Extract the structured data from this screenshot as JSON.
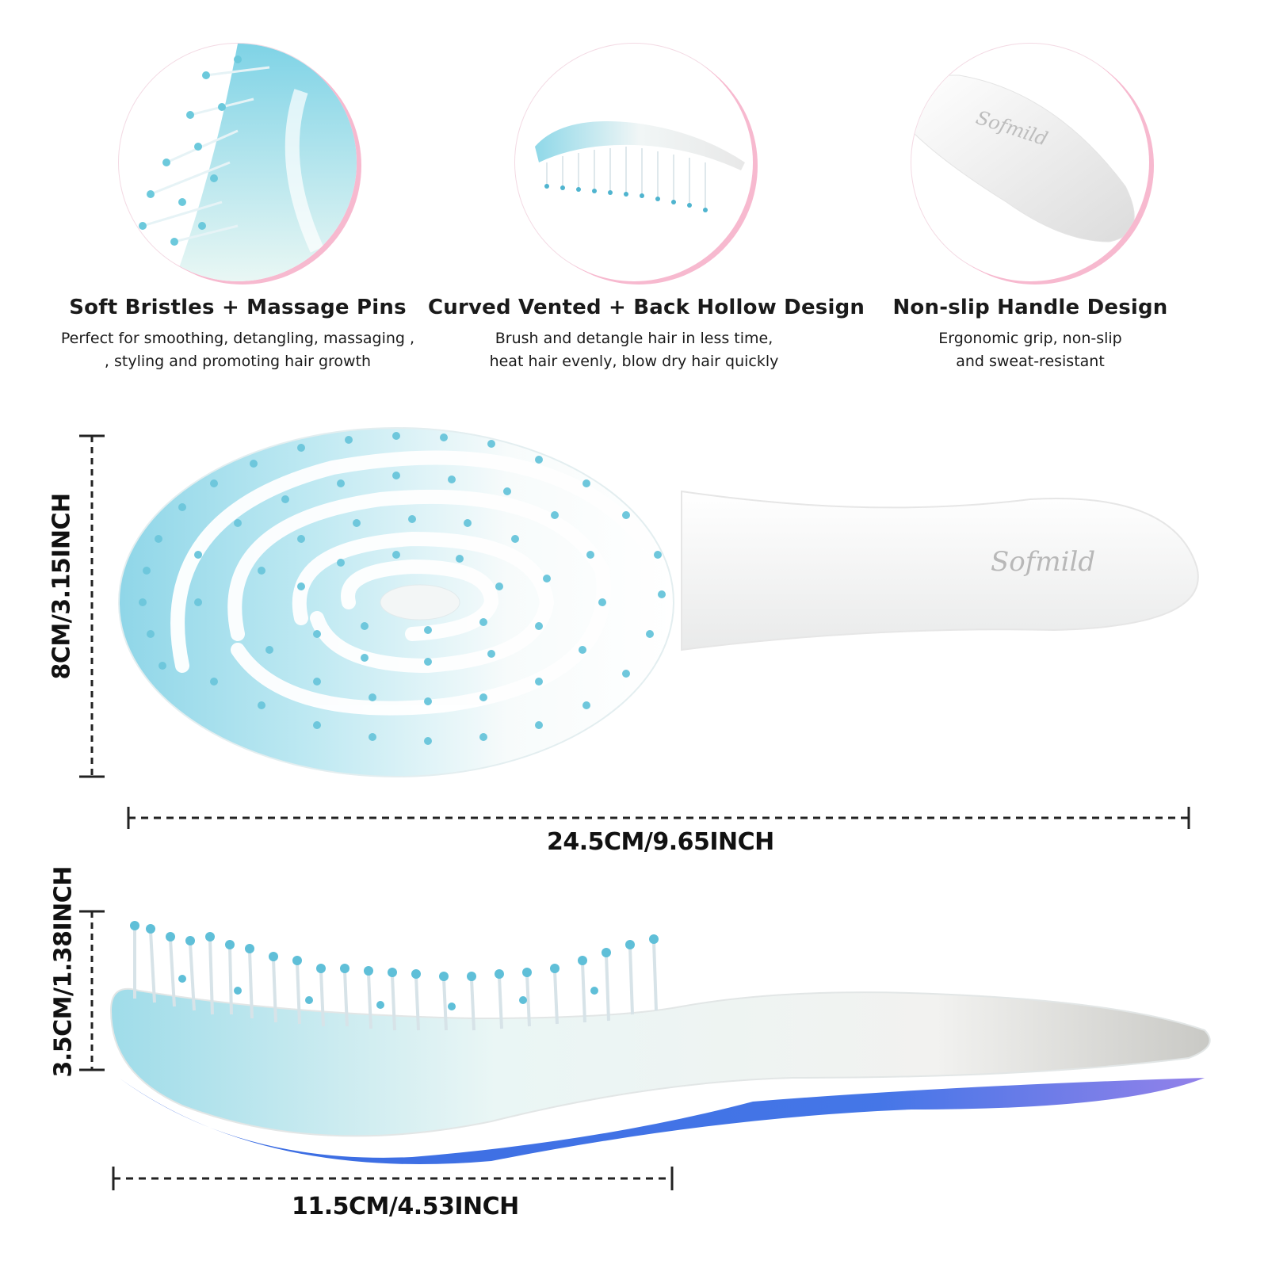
{
  "features": [
    {
      "title": "Soft Bristles + Massage Pins",
      "line1": "Perfect for smoothing, detangling, massaging ,",
      "line2": ", styling and promoting hair growth",
      "image_icon": "bristles-closeup-icon"
    },
    {
      "title": "Curved Vented + Back Hollow Design",
      "line1": "Brush and detangle hair in less time,",
      "line2": "heat hair evenly, blow dry hair quickly",
      "image_icon": "curved-brush-side-icon"
    },
    {
      "title": "Non-slip Handle  Design",
      "line1": "Ergonomic grip, non-slip",
      "line2": "and sweat-resistant",
      "image_icon": "handle-closeup-icon"
    }
  ],
  "brand": "Sofmild",
  "dimensions": {
    "height": "8CM/3.15INCH",
    "length": "24.5CM/9.65INCH",
    "thickness": "3.5CM/1.38INCH",
    "head_length": "11.5CM/4.53INCH"
  },
  "colors": {
    "accent_blue": "#7fd3e6",
    "pin_blue": "#69c6dc",
    "wave_blue": "#2f63e0",
    "ring_pink": "#f7b9cf"
  }
}
